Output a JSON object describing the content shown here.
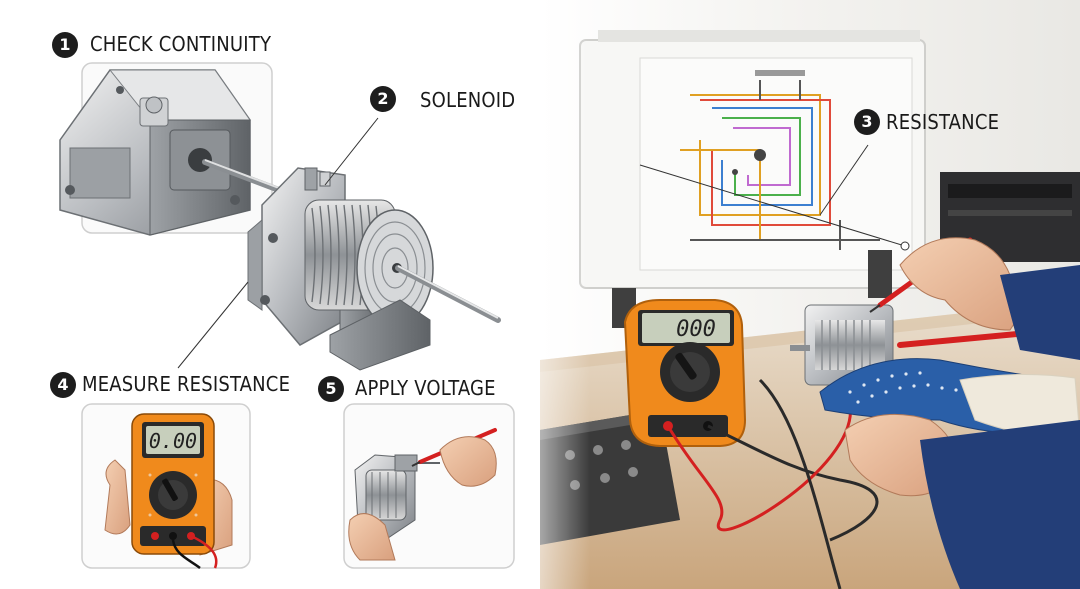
{
  "steps": [
    {
      "number": "1",
      "label": "CHECK CONTINUITY"
    },
    {
      "number": "2",
      "label": "SOLENOID"
    },
    {
      "number": "3",
      "label": "RESISTANCE"
    },
    {
      "number": "4",
      "label": "MEASURE RESISTANCE"
    },
    {
      "number": "5",
      "label": "APPLY VOLTAGE"
    }
  ],
  "meters": {
    "large_display": "000",
    "small_display": "0.00"
  },
  "colors": {
    "meter_body": "#f08a1c",
    "probe_red": "#d42020",
    "badge": "#1d1d1d",
    "glove_blue": "#2a5fa8",
    "sleeve_blue": "#233e78"
  }
}
